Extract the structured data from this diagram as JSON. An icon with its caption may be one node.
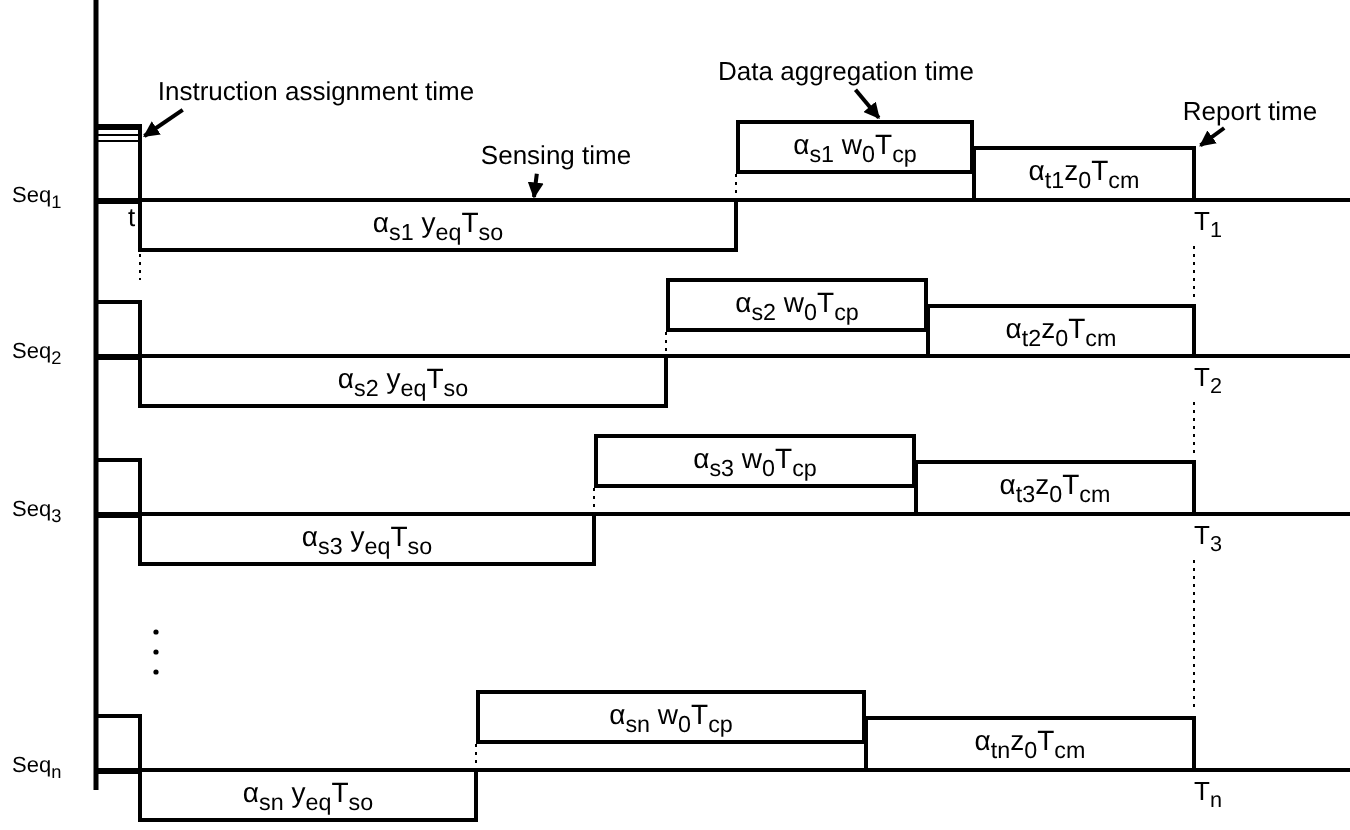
{
  "diagram": {
    "nodes": [
      {
        "text": [
          "Instruction assignment time"
        ]
      },
      {
        "text": [
          "Data aggregation time"
        ]
      },
      {
        "text": [
          "Report time"
        ]
      },
      {
        "text": [
          "Sensing time"
        ]
      },
      {
        "text": [],
        "shape": "box",
        "beside": [
          "Seq$_{1}$"
        ]
      },
      {
        "text": [
          "α$_{s1}$ w$_{0}$T$_{cp}$"
        ]
      },
      {
        "text": [
          "α$_{t1}$z$_{0}$T$_{cm}$"
        ]
      },
      {
        "text": [
          "α$_{s1}$ y$_{eq}$T$_{so}$"
        ]
      },
      {
        "text": [],
        "shape": "box",
        "beside": [
          "Seq$_{2}$"
        ]
      },
      {
        "text": [
          "α$_{s2}$ w$_{0}$T$_{cp}$"
        ]
      },
      {
        "text": [
          "α$_{t2}$z$_{0}$T$_{cm}$"
        ]
      },
      {
        "text": [
          "α$_{s2}$ y$_{eq}$T$_{so}$"
        ]
      },
      {
        "text": [],
        "shape": "box",
        "beside": [
          "Seq$_{3}$"
        ]
      },
      {
        "text": [
          "α$_{s3}$ w$_{0}$T$_{cp}$"
        ]
      },
      {
        "text": [
          "α$_{t3}$z$_{0}$T$_{cm}$"
        ]
      },
      {
        "text": [
          "α$_{s3}$ y$_{eq}$T$_{so}$"
        ]
      },
      {
        "text": [],
        "shape": "box",
        "beside": [
          "Seq$_{n}$"
        ]
      },
      {
        "text": [
          "α$_{sn}$ w$_{0}$T$_{cp}$"
        ]
      },
      {
        "text": [
          "α$_{tn}$z$_{0}$T$_{cm}$"
        ]
      },
      {
        "text": [
          "α$_{sn}$ y$_{eq}$T$_{so}$"
        ]
      }
    ],
    "edges": [
      {
        "from": 0,
        "to": 4,
        "arrow": "to"
      },
      {
        "from": 1,
        "to": 5,
        "arrow": "to"
      },
      {
        "from": 2,
        "to": 6,
        "arrow": "to"
      },
      {
        "from": 3,
        "to": 7,
        "arrow": "to"
      }
    ],
    "labels": [
      "t",
      "T$_{1}$",
      "T$_{2}$",
      "T$_{3}$",
      "T$_{n}$"
    ]
  }
}
